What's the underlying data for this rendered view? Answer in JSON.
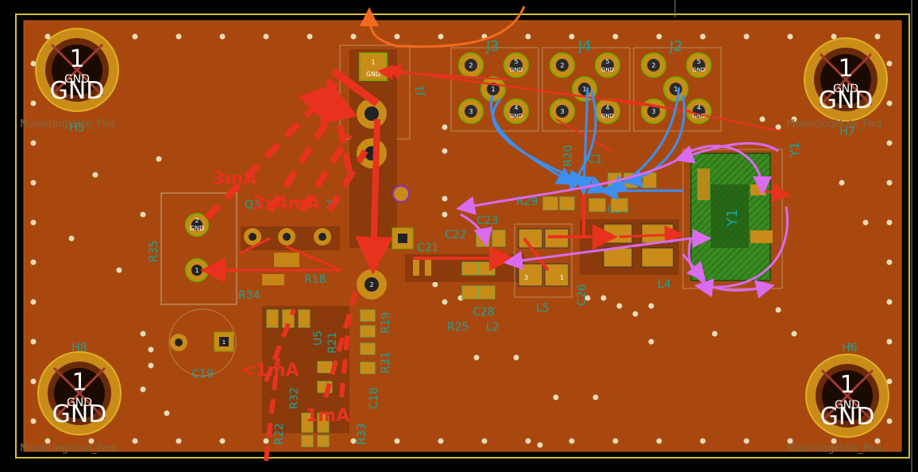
{
  "board": {
    "mounting": {
      "pad_number": "1",
      "net": "GND",
      "footprint": "MountingHole_Pad",
      "refs": [
        "H5",
        "H7",
        "H8",
        "H6"
      ]
    },
    "connectors": {
      "j1": {
        "ref": "J1",
        "pin1": "1",
        "net": "GND",
        "pin2": "2"
      },
      "j3": {
        "ref": "J3"
      },
      "j4": {
        "ref": "J4"
      },
      "j2": {
        "ref": "J2"
      },
      "coax_pins": {
        "p1": "1",
        "p2": "2",
        "p3": "3",
        "p4": "4",
        "p5": "5",
        "gnd": "GND"
      }
    },
    "parts": {
      "r35": "R35",
      "r35_pin1": "1",
      "r35_pad_gnd": "GND",
      "r35_pad2": "2",
      "c19": "C19",
      "c19_pin1": "1",
      "r34": "R34",
      "r18": "R18",
      "q3_a": "Q3",
      "q3_b": "3",
      "r19": "R19",
      "r31": "R31",
      "r32": "R32",
      "r22": "R22",
      "r33": "R33",
      "c18": "C18",
      "u5": "U5",
      "r21": "R21",
      "c21": "C21",
      "c22": "C22",
      "c23": "C23",
      "c28": "C28",
      "r25": "R25",
      "l2": "L2",
      "l5": "L5",
      "c26": "C26",
      "c30": "C30",
      "l4": "L4",
      "r29": "R29",
      "r20": "R20",
      "c1": "C1",
      "y1": "Y1",
      "y1_body": "Y1",
      "u_pin3": "3",
      "u_pin1": "1"
    },
    "annotations": {
      "a3ma": "3mA",
      "a3x4ma": "3x4mA",
      "alt1ma": "<1mA",
      "a1ma": "1mA"
    }
  },
  "colors": {
    "board_edge": "#d6c03a",
    "copper_fill": "#a8480f",
    "copper_dark": "#8a3a0b",
    "pad": "#c98c18",
    "silkscreen": "#1aa39a",
    "annotation_red": "#e8321e",
    "annotation_orange": "#f26b1d",
    "arrow_blue": "#3d8ff0",
    "arrow_magenta": "#d96bf0",
    "crystal_green": "#2e7d1e"
  }
}
